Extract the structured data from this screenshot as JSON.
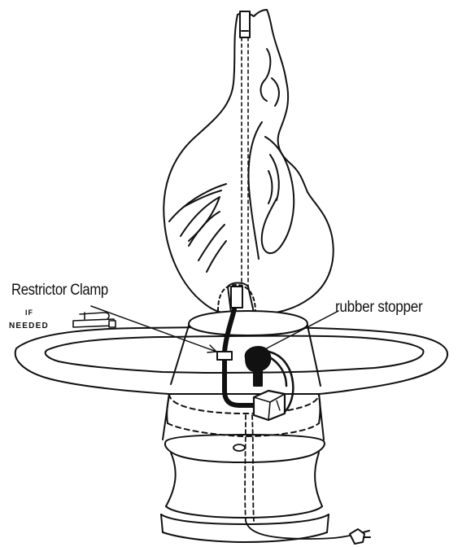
{
  "labels": {
    "restrictor_clamp": "Restrictor Clamp",
    "if": "IF",
    "needed": "NEEDED",
    "rubber_stopper": "rubber stopper"
  },
  "colors": {
    "ink": "#111111",
    "background": "#ffffff"
  }
}
